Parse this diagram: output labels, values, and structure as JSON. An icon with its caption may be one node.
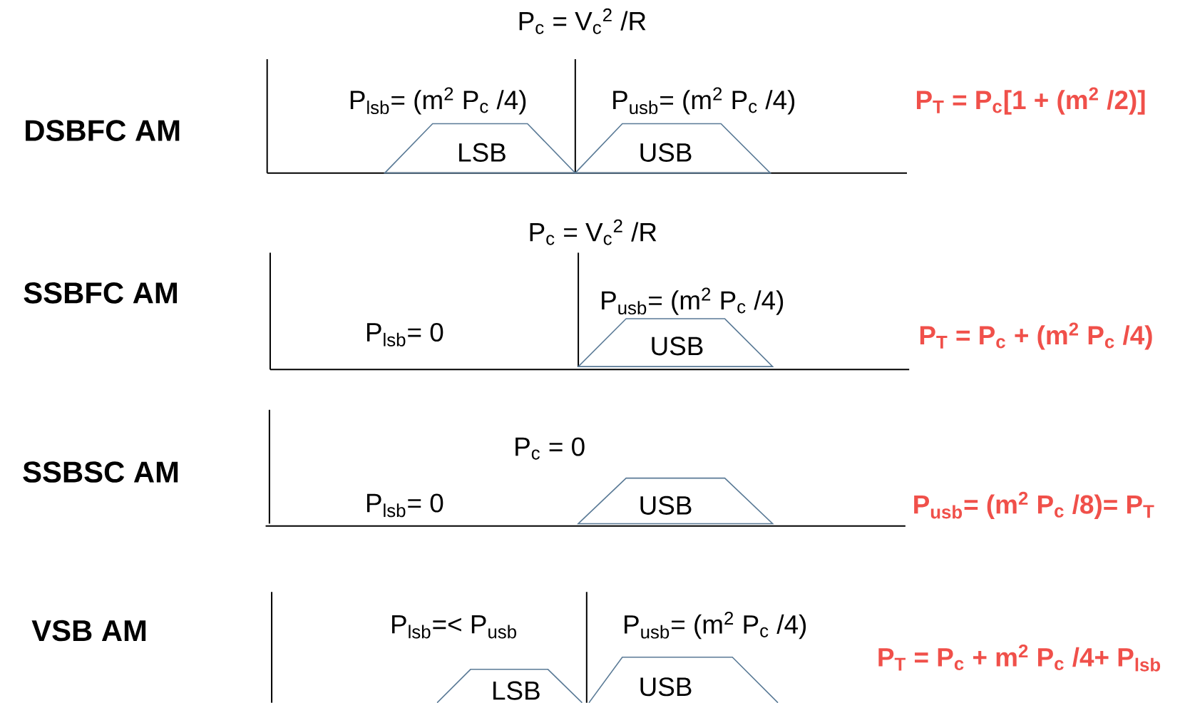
{
  "diagram": {
    "nodes": [
      {
        "text": [
          "LSB"
        ]
      },
      {
        "text": [
          "USB"
        ]
      },
      {
        "text": [
          "USB"
        ]
      },
      {
        "text": [
          "USB"
        ]
      },
      {
        "text": [
          "LSB"
        ]
      },
      {
        "text": [
          "USB"
        ]
      }
    ],
    "labels": [
      "P$_{c}$ = V$_{c}$$^{2}$ /R",
      "DSBFC AM",
      "P$_{lsb}$= (m$^{2}$ P$_{c}$ /4)",
      "P$_{usb}$= (m$^{2}$ P$_{c}$ /4)",
      "P$_{T}$ = P$_{c}$[1 + (m$^{2}$ /2)]",
      "P$_{c}$ = V$_{c}$$^{2}$ /R",
      "SSBFC AM",
      "P$_{usb}$= (m$^{2}$ P$_{c}$ /4)",
      "P$_{lsb}$= 0",
      "P$_{T}$ = P$_{c}$ + (m$^{2}$ P$_{c}$ /4)",
      "P$_{c}$ = 0",
      "SSBSC AM",
      "P$_{lsb}$= 0",
      "P$_{usb}$= (m$^{2}$ P$_{c}$ /8)= P$_{T}$",
      "VSB AM",
      "P$_{lsb}$=< P$_{usb}$",
      "P$_{usb}$= (m$^{2}$ P$_{c}$ /4)",
      "P$_{T}$ = P$_{c}$ + m$^{2}$ P$_{c}$ /4+ P$_{lsb}$"
    ]
  }
}
